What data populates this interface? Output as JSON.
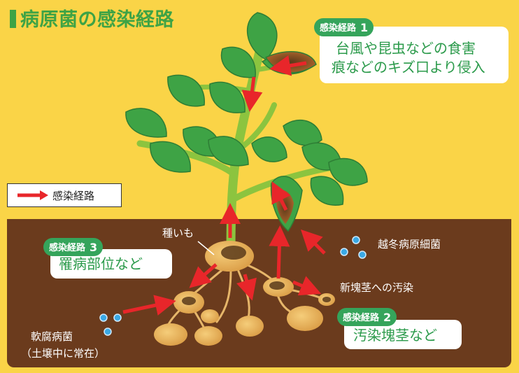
{
  "title": "病原菌の感染経路",
  "legend": {
    "label": "感染経路",
    "arrow_color": "#e8262a"
  },
  "routes": [
    {
      "badge": "感染経路",
      "number": "1",
      "lines": [
        "台風や昆虫などの食害",
        "痕などのキズ口より侵入"
      ]
    },
    {
      "badge": "感染経路",
      "number": "2",
      "lines": [
        "汚染塊茎など"
      ]
    },
    {
      "badge": "感染経路",
      "number": "3",
      "lines": [
        "罹病部位など"
      ]
    }
  ],
  "labels": {
    "seed_potato": "種いも",
    "overwintering": "越冬病原細菌",
    "new_tuber": "新塊茎への汚染",
    "soft_rot_line1": "軟腐病菌",
    "soft_rot_line2": "（土壌中に常在）"
  },
  "colors": {
    "background": "#fad447",
    "soil": "#6b3b1d",
    "leaf": "#3ea345",
    "stem": "#8cc43f",
    "route_green": "#35a45b",
    "bacteria": "#3aa9e6"
  }
}
